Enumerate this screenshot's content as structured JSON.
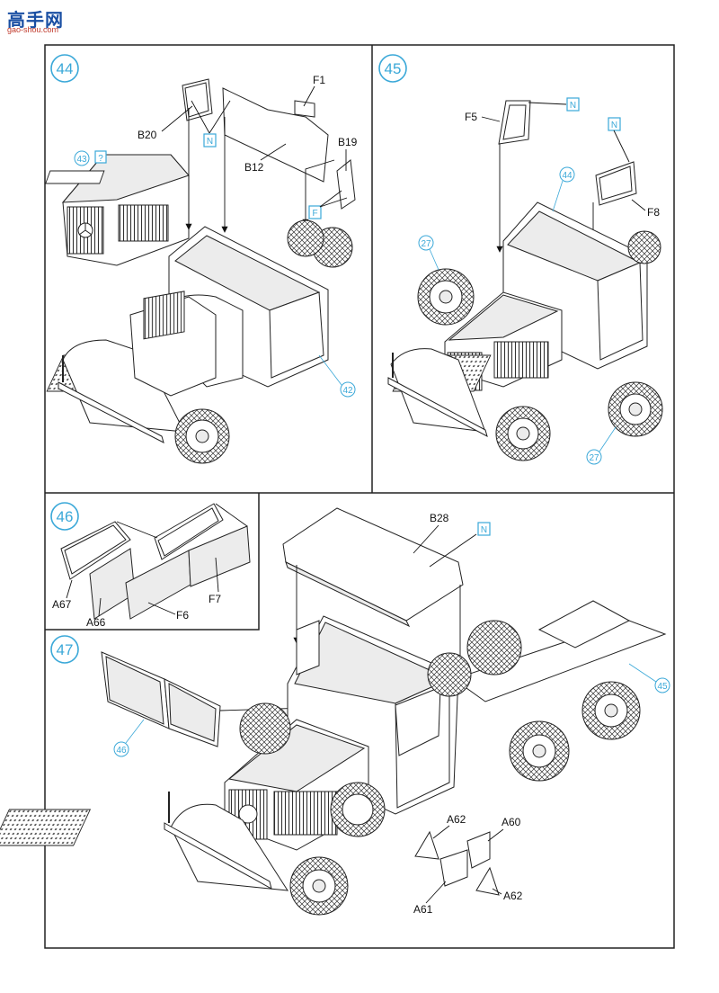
{
  "watermark": {
    "main": "高手网",
    "sub": "gao-shou.com"
  },
  "steps": {
    "s44": {
      "number": "44",
      "refs": {
        "r43": "43",
        "r42": "42"
      },
      "help_flag": "?",
      "labels": {
        "F1": "F1",
        "B20": "B20",
        "B12": "B12",
        "B19": "B19"
      },
      "flags": {
        "n": "N",
        "f": "F"
      }
    },
    "s45": {
      "number": "45",
      "refs": {
        "r44": "44",
        "r27a": "27",
        "r27b": "27"
      },
      "labels": {
        "F5": "F5",
        "F8": "F8"
      },
      "flags": {
        "n1": "N",
        "n2": "N"
      }
    },
    "s46": {
      "number": "46",
      "labels": {
        "A67": "A67",
        "A66": "A66",
        "F6": "F6",
        "F7": "F7"
      }
    },
    "s47": {
      "number": "47",
      "refs": {
        "r46": "46",
        "r45": "45"
      },
      "labels": {
        "B28": "B28",
        "A62a": "A62",
        "A60": "A60",
        "A61": "A61",
        "A62b": "A62"
      },
      "flags": {
        "n": "N"
      }
    }
  },
  "colors": {
    "accent": "#3aa8d8",
    "line": "#222222"
  }
}
